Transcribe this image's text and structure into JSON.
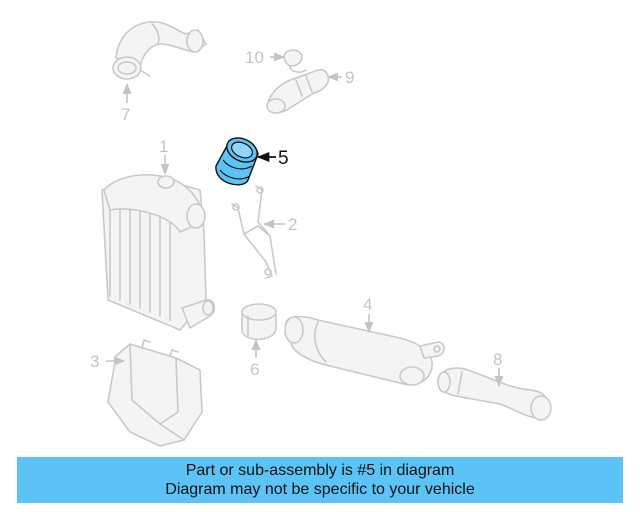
{
  "callouts": {
    "c1": "1",
    "c2": "2",
    "c3": "3",
    "c4": "4",
    "c5": "5",
    "c6": "6",
    "c7": "7",
    "c8": "8",
    "c9": "9",
    "c10": "10"
  },
  "highlight": {
    "part": "5",
    "color": "#5bc3f5"
  },
  "banner": {
    "line1": "Part or sub-assembly is #5 in diagram",
    "line2": "Diagram may not be specific to your vehicle"
  }
}
